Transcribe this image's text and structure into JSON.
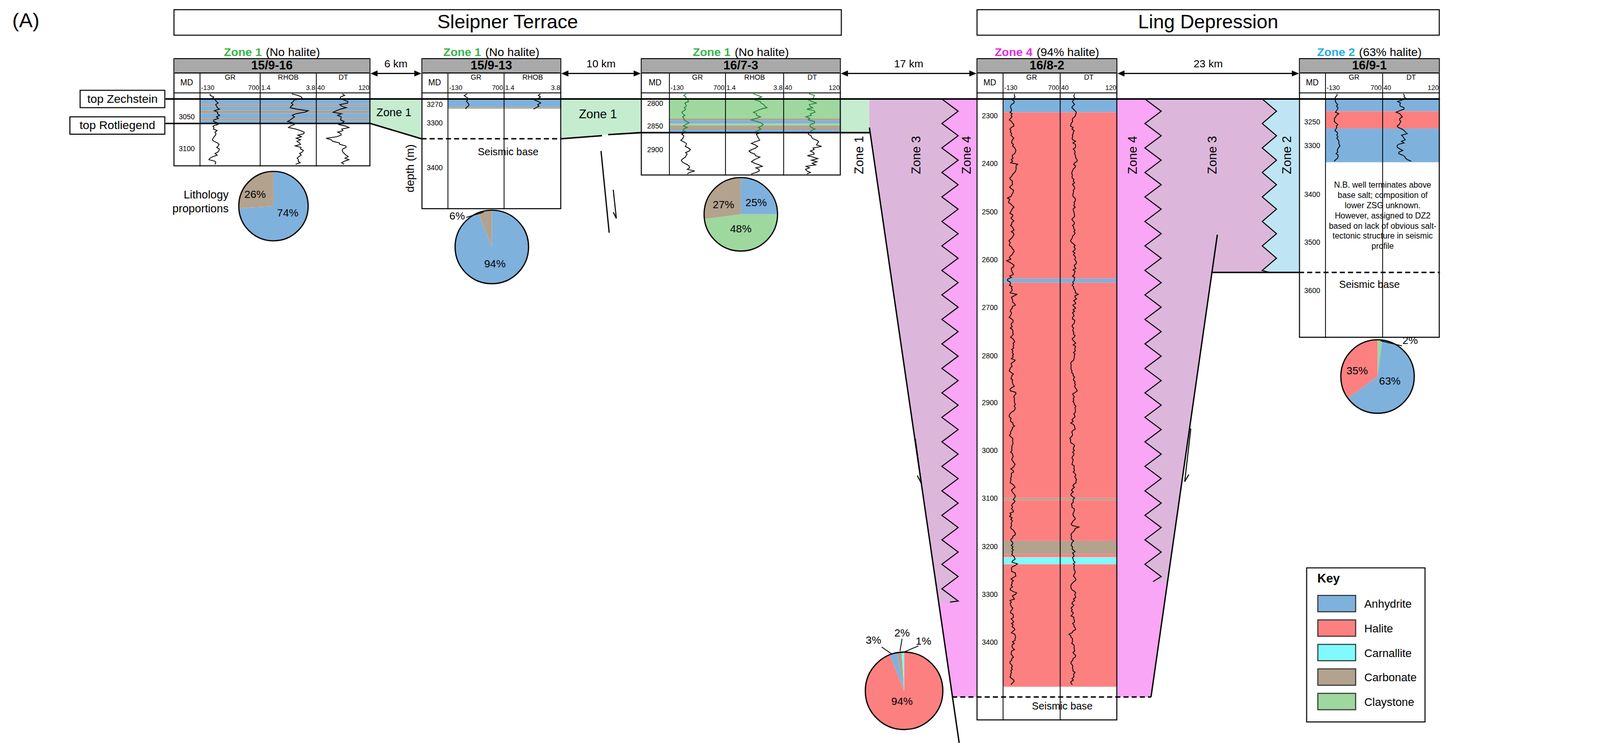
{
  "diagram": {
    "nodes": [
      {
        "text": [
          "Sleipner Terrace"
        ]
      },
      {
        "text": [
          "Ling Depression"
        ]
      },
      {
        "text": [
          "top Zechstein"
        ]
      },
      {
        "text": [
          "top Rotliegend"
        ]
      },
      {
        "text": [
          "Zone 1",
          "(No halite)",
          "15/9-16"
        ]
      },
      {
        "text": [
          "Zone 1",
          "(No halite)",
          "15/9-13"
        ]
      },
      {
        "text": [
          "Zone 1",
          "(No halite)",
          "16/7-3"
        ]
      },
      {
        "text": [
          "Zone 4",
          "(94% halite)",
          "16/8-2"
        ]
      },
      {
        "text": [
          "Zone 2",
          "(63% halite)",
          "16/9-1"
        ]
      },
      {
        "text": [
          "26%",
          "74%"
        ]
      },
      {
        "text": [
          "6%",
          "94%"
        ]
      },
      {
        "text": [
          "27%",
          "25%",
          "48%"
        ]
      },
      {
        "text": [
          "3%",
          "2%",
          "1%",
          "94%"
        ]
      },
      {
        "text": [
          "2%",
          "35%",
          "63%"
        ]
      }
    ],
    "edges": [
      {
        "from": 4,
        "to": 5,
        "arrow": "both",
        "label": "6 km"
      },
      {
        "from": 5,
        "to": 6,
        "arrow": "both",
        "label": "10 km"
      },
      {
        "from": 6,
        "to": 7,
        "arrow": "both",
        "label": "17 km"
      },
      {
        "from": 7,
        "to": 8,
        "arrow": "both",
        "label": "23 km"
      }
    ],
    "labels": [
      "(A)",
      "MD",
      "GR",
      "RHOB",
      "DT",
      "-130",
      "700",
      "1.4",
      "3.8",
      "40",
      "120",
      "3050",
      "3100",
      "Lithology proportions",
      "MD",
      "GR",
      "RHOB",
      "-130",
      "700",
      "1.4",
      "3.8",
      "3270",
      "3300",
      "3400",
      "Seismic base",
      "depth (m)",
      "Zone 1",
      "Zone 1",
      "MD",
      "GR",
      "RHOB",
      "DT",
      "-130",
      "700",
      "1.4",
      "3.8",
      "40",
      "120",
      "2800",
      "2850",
      "2900",
      "Zone 1",
      "Zone 3",
      "Zone 4",
      "MD",
      "GR",
      "DT",
      "-130",
      "700",
      "40",
      "120",
      "2300",
      "2400",
      "2500",
      "2600",
      "2700",
      "2800",
      "2900",
      "3000",
      "3100",
      "3200",
      "3300",
      "3400",
      "Seismic base",
      "Zone 4",
      "Zone 3",
      "Zone 2",
      "MD",
      "GR",
      "DT",
      "-130",
      "700",
      "40",
      "120",
      "3250",
      "3300",
      "3400",
      "3500",
      "3600",
      "N.B. well terminates above base salt; composition of lower ZSG unknown. However, assigned to DZ2 based on lack of obvious salt-tectonic structure in seismic profile",
      "Seismic base",
      "Key"
    ],
    "legend": [
      {
        "text": "Anhydrite",
        "color": "#7fb1dd"
      },
      {
        "text": "Halite",
        "color": "#fd8080"
      },
      {
        "text": "Carnallite",
        "color": "#80fafd"
      },
      {
        "text": "Carbonate",
        "color": "#b3a28e"
      },
      {
        "text": "Claystone",
        "color": "#9ed89f"
      }
    ]
  }
}
